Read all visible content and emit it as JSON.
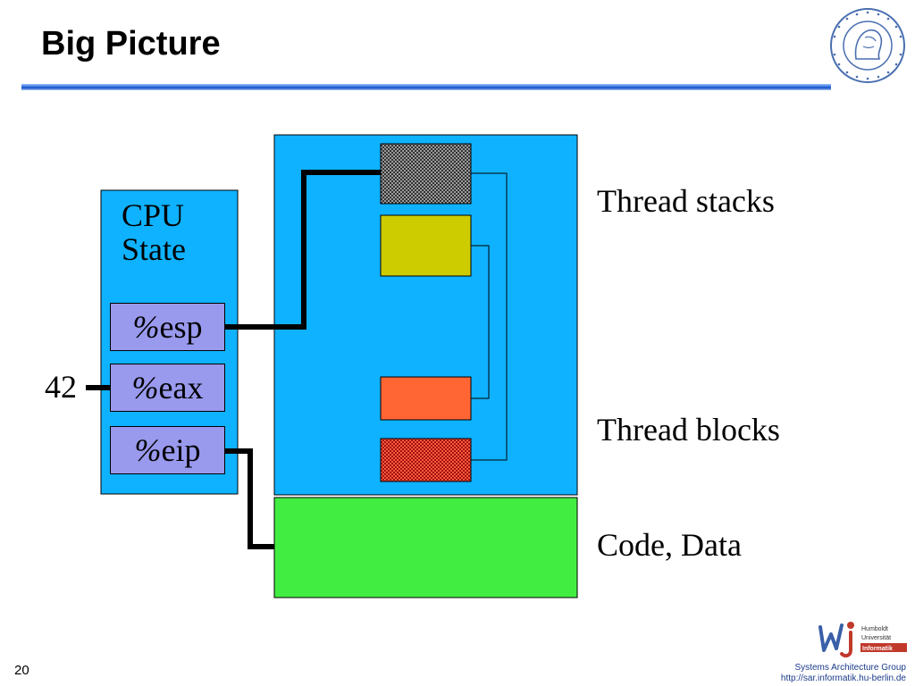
{
  "slide": {
    "title": "Big Picture",
    "page_number": "20"
  },
  "cpu": {
    "title_line1": "CPU",
    "title_line2": "State",
    "registers": [
      {
        "prefix": "%",
        "name": "esp"
      },
      {
        "prefix": "%",
        "name": "eax"
      },
      {
        "prefix": "%",
        "name": "eip"
      }
    ],
    "eax_value": "42"
  },
  "labels": {
    "thread_stacks": "Thread stacks",
    "thread_blocks": "Thread blocks",
    "code_data": "Code, Data"
  },
  "colors": {
    "memory": "#0fb2ff",
    "code_data": "#42ed42",
    "cpu_box": "#0fb2ff",
    "register": "#9999ee",
    "stack_1": "#7a7a7a",
    "stack_2": "#cccc00",
    "block_1": "#ff6633",
    "block_2": "#d93320"
  },
  "footer": {
    "group": "Systems Architecture Group",
    "url": "http://sar.informatik.hu-berlin.de",
    "logo_line1": "Humboldt",
    "logo_line2": "Universität",
    "logo_line3": "Informatik"
  }
}
